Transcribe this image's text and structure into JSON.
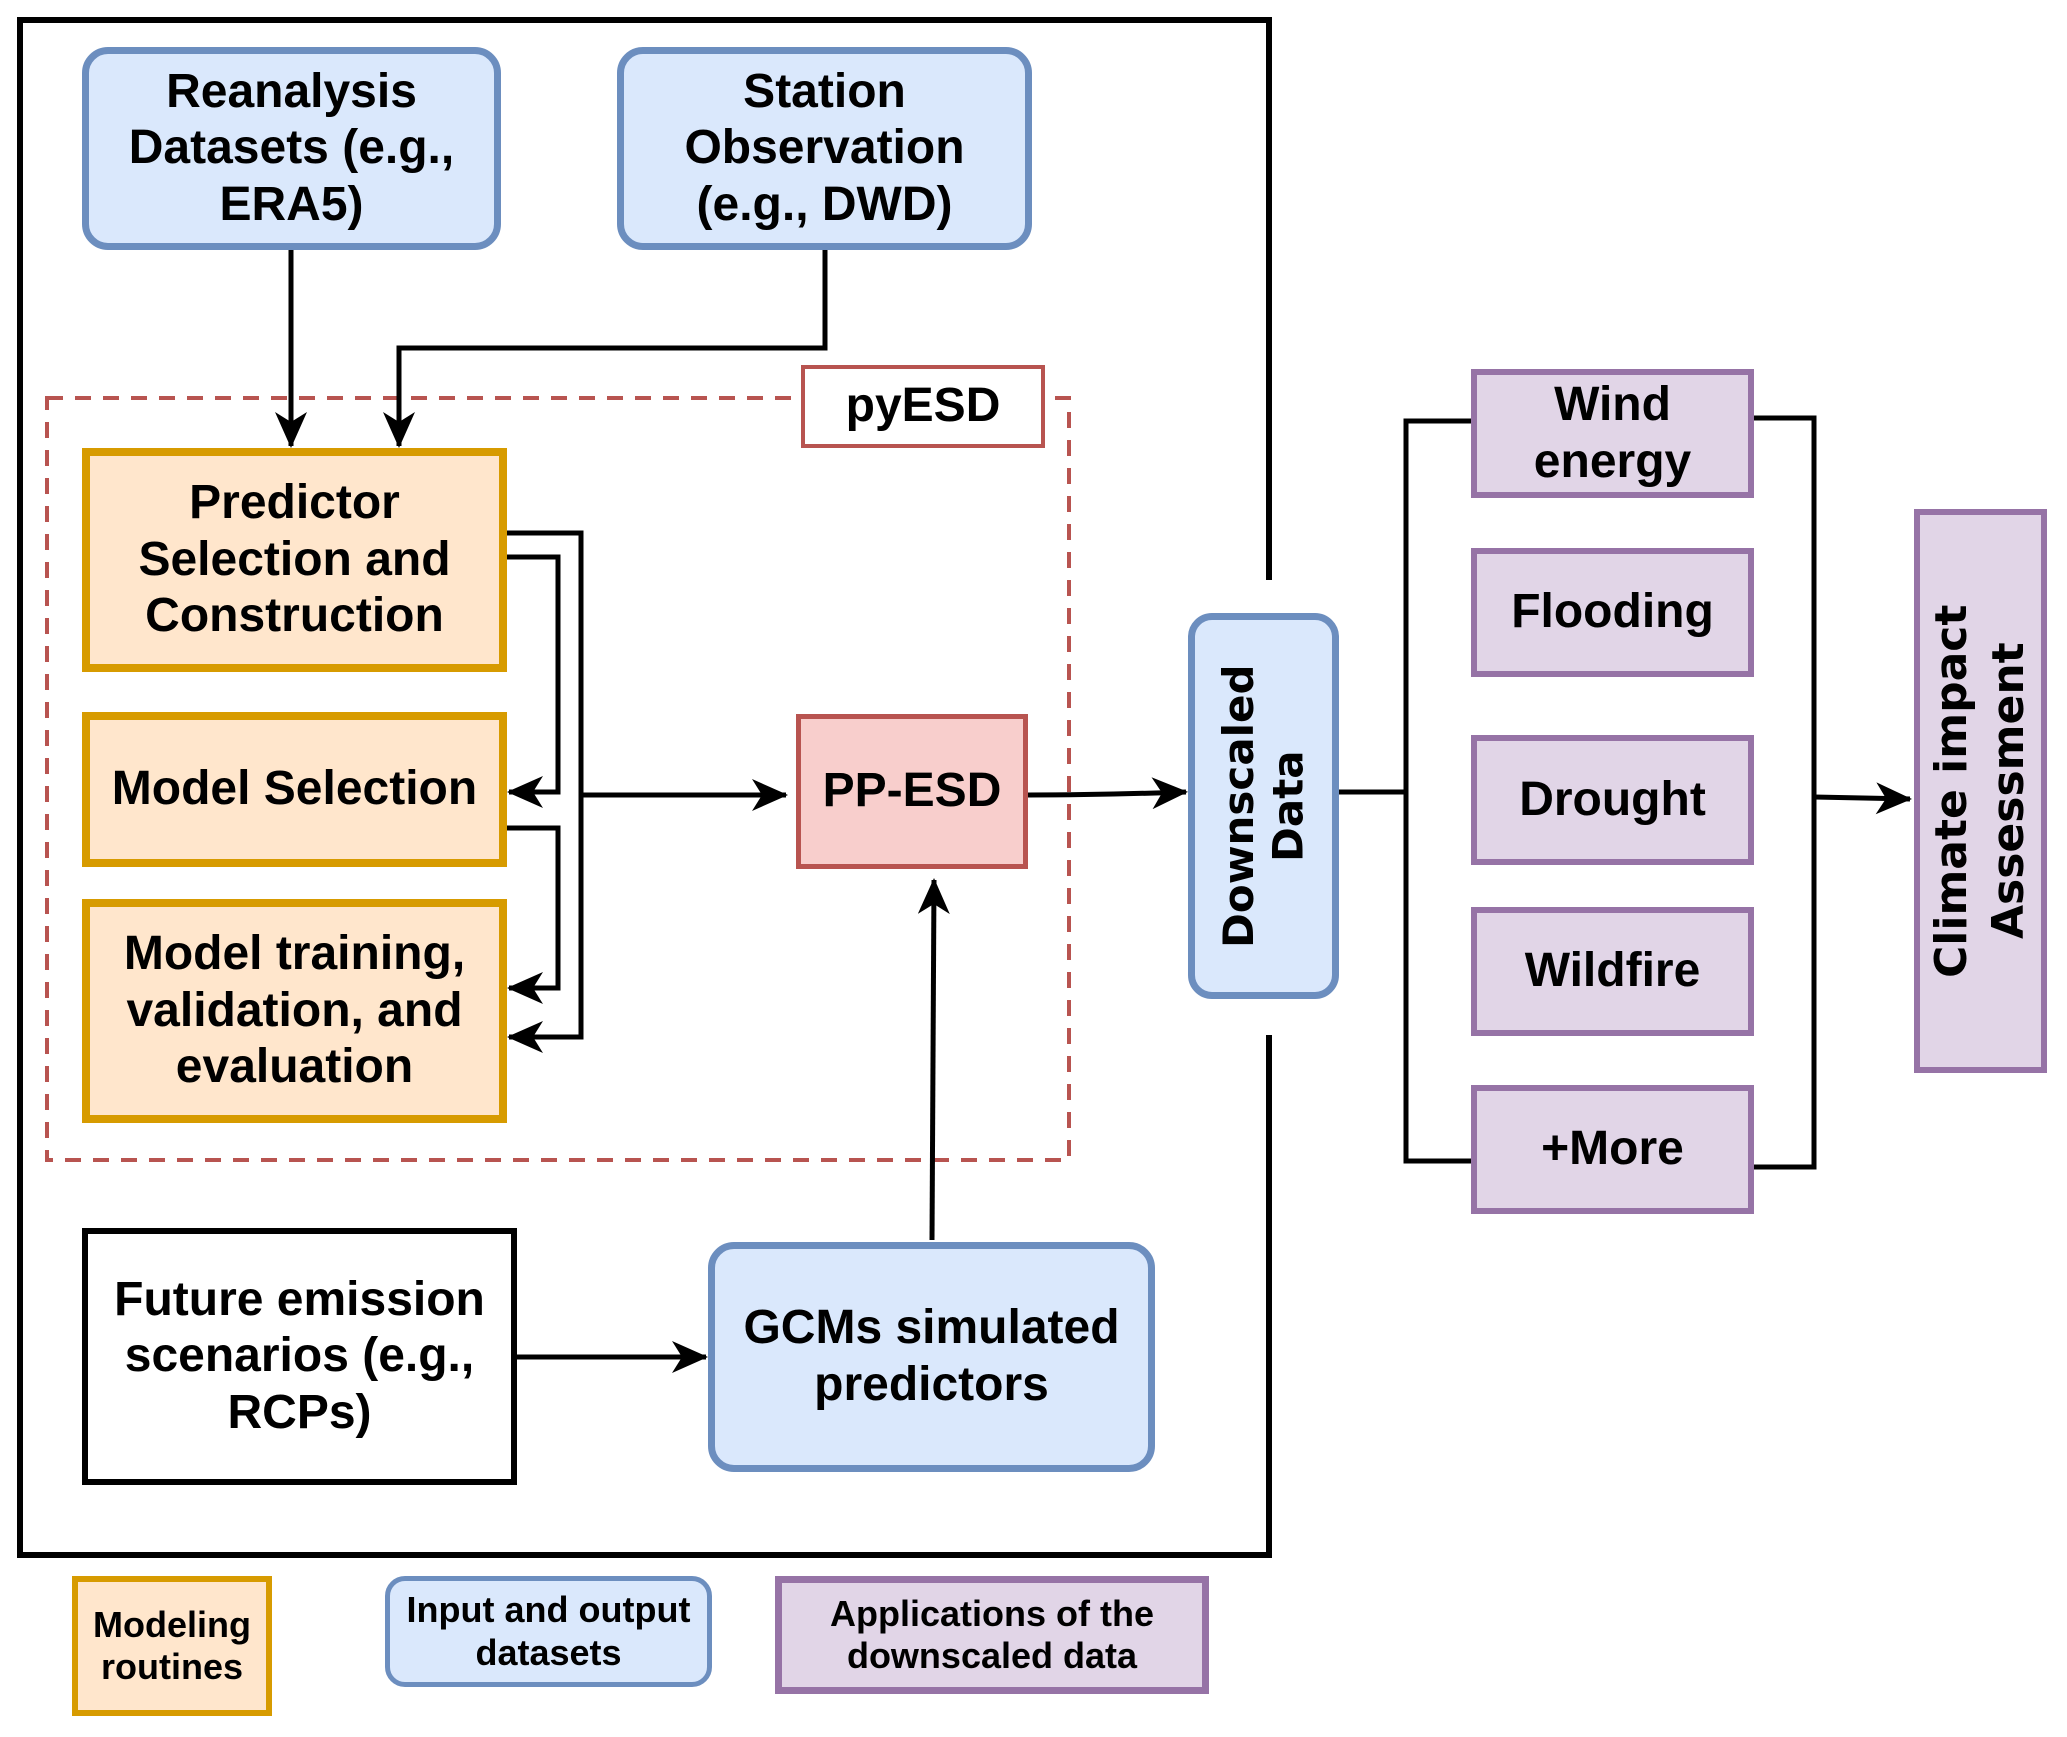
{
  "diagram": {
    "nodes": {
      "reanalysis": "Reanalysis Datasets (e.g., ERA5)",
      "station": "Station Observation (e.g., DWD)",
      "pyesd": "pyESD",
      "predictor": "Predictor Selection and Construction",
      "model_selection": "Model Selection",
      "model_training": "Model training, validation, and evaluation",
      "pp_esd": "PP-ESD",
      "future_emission": "Future emission scenarios (e.g., RCPs)",
      "gcms": "GCMs simulated predictors",
      "downscaled": "Downscaled Data",
      "climate_impact": "Climate impact Assessment"
    },
    "applications": [
      "Wind energy",
      "Flooding",
      "Drought",
      "Wildfire",
      "+More"
    ],
    "legend": {
      "modeling": "Modeling routines",
      "io": "Input and output datasets",
      "applications": "Applications of the downscaled data"
    },
    "colors": {
      "modeling_fill": "#ffe6cc",
      "modeling_stroke": "#d79b00",
      "io_fill": "#dae8fc",
      "io_stroke": "#6c8ebf",
      "app_fill": "#e1d5e7",
      "app_stroke": "#9673a6",
      "ppesd_fill": "#f8cecc",
      "ppesd_stroke": "#b85450"
    }
  }
}
